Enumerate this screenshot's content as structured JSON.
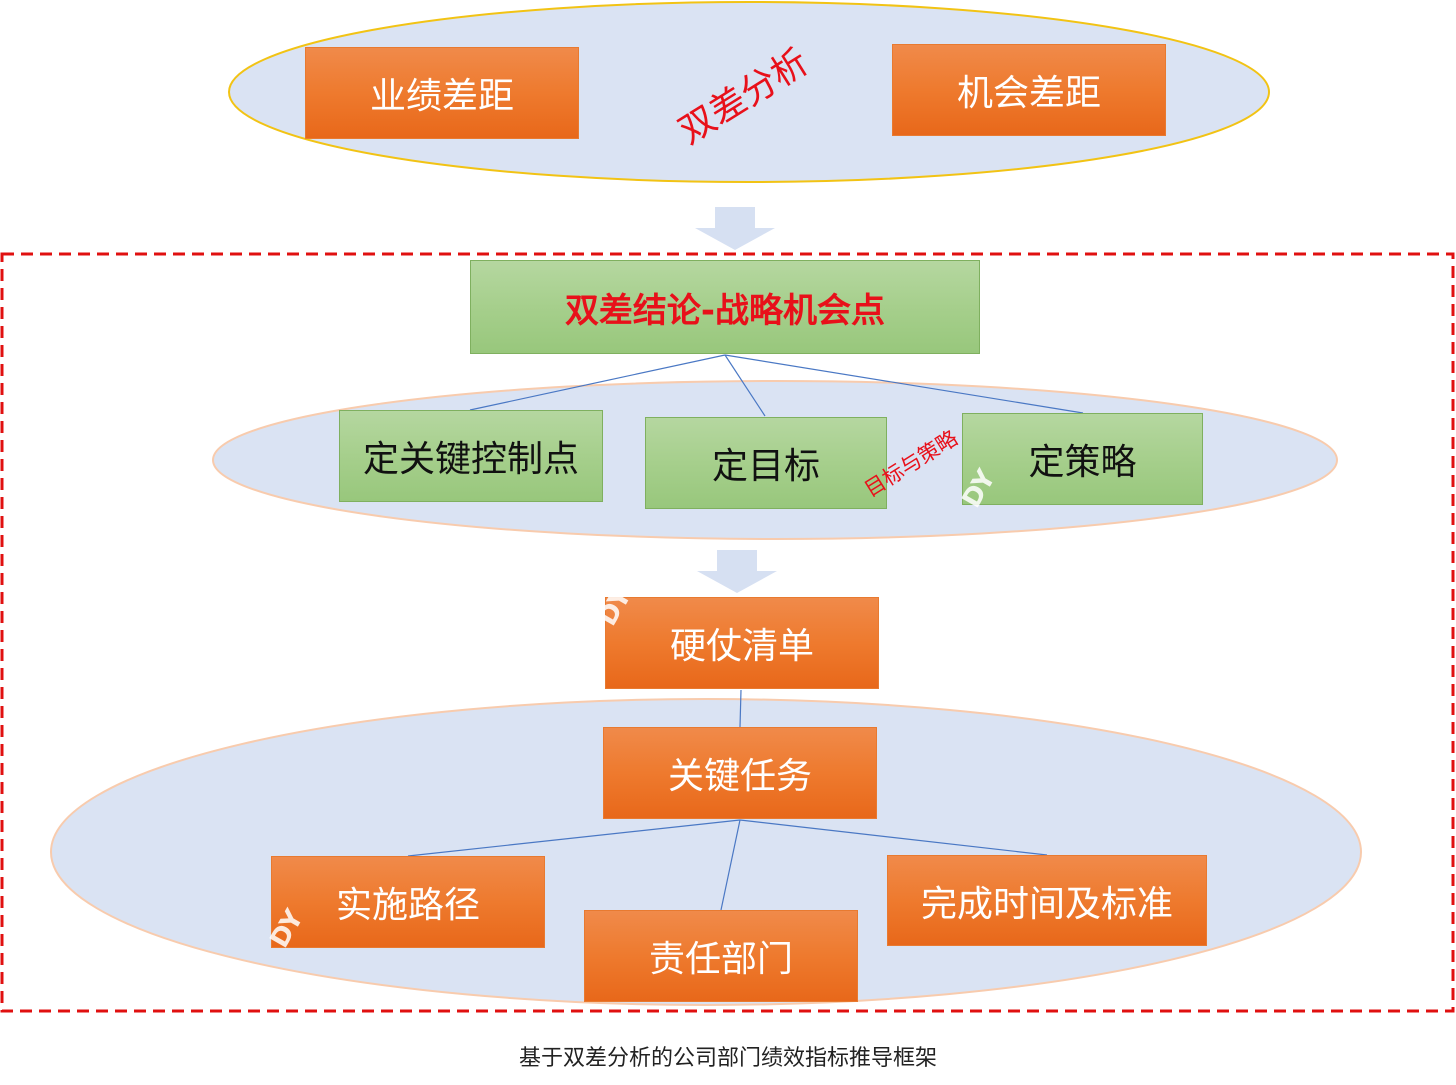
{
  "top_section": {
    "label": "双差分析",
    "left_box": "业绩差距",
    "right_box": "机会差距"
  },
  "middle_section": {
    "title": "双差结论-战略机会点",
    "label": "目标与策略",
    "boxes": [
      "定关键控制点",
      "定目标",
      "定策略"
    ]
  },
  "bottom_section": {
    "hard_list": "硬仗清单",
    "key_tasks": "关键任务",
    "boxes": [
      "实施路径",
      "责任部门",
      "完成时间及标准"
    ]
  },
  "watermark": "DY",
  "caption": "基于双差分析的公司部门绩效指标推导框架",
  "colors": {
    "orange": "#ee7a2e",
    "green": "#a6cf8c",
    "ellipse": "#dae3f3",
    "red": "#e8101a"
  }
}
